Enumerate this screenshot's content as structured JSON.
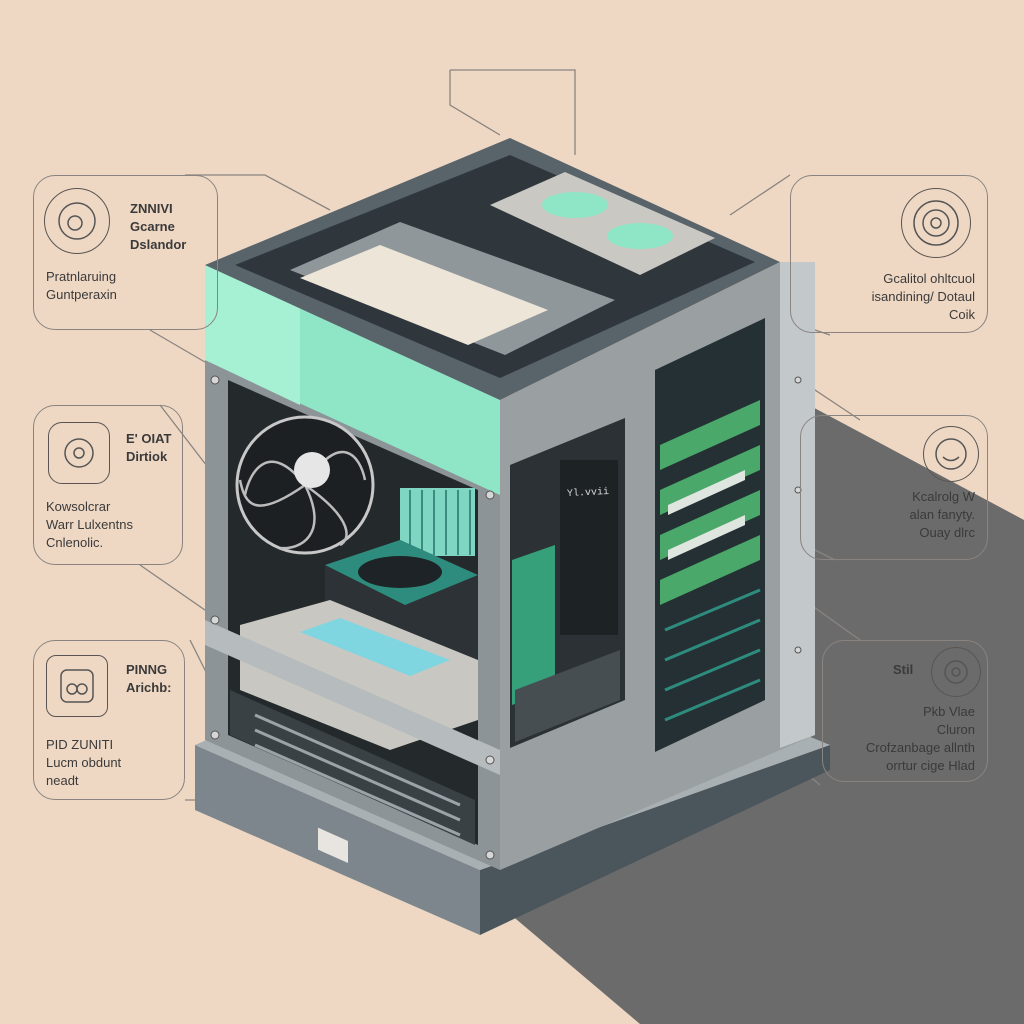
{
  "colors": {
    "background": "#eed8c4",
    "shadow": "#6b6b6b",
    "frame": "#5f6a72",
    "panel_steel": "#9aa0a2",
    "accent_mint": "#8fe6c6",
    "accent_teal": "#2e8c7e",
    "dark_component": "#2c3236",
    "green_component": "#4aa86a"
  },
  "callouts": [
    {
      "id": "top-left",
      "title": "ZNNIVI Gcarne\nDslandor",
      "body": "Pratnlaruing\nGuntperaxin",
      "icon": "disc-icon"
    },
    {
      "id": "mid-left",
      "title": "E' OIAT\nDirtiok",
      "body": "Kowsolcrar\nWarr Lulxentns\nCnlenolic.",
      "icon": "heart-gear-icon"
    },
    {
      "id": "bottom-left",
      "title": "PINNG\nArichb:",
      "body": "PID ZUNITI\nLucm obdunt\nneadt",
      "icon": "chip-icon"
    },
    {
      "id": "top-right",
      "title": "",
      "body": "Gcalitol ohltcuol\nisandining/ Dotaul\nCoik",
      "icon": "target-icon"
    },
    {
      "id": "mid-right",
      "title": "",
      "body": "Kcalrolg W\nalan fanyty.\nOuay dlrc",
      "icon": "face-icon"
    },
    {
      "id": "bottom-right",
      "title": "Stil",
      "body": "Pkb Vlae\nCluron\nCrofzanbage allnth\norrtur cige Hlad",
      "icon": "gear-icon"
    }
  ],
  "gpu_label": "Yl.vvii"
}
